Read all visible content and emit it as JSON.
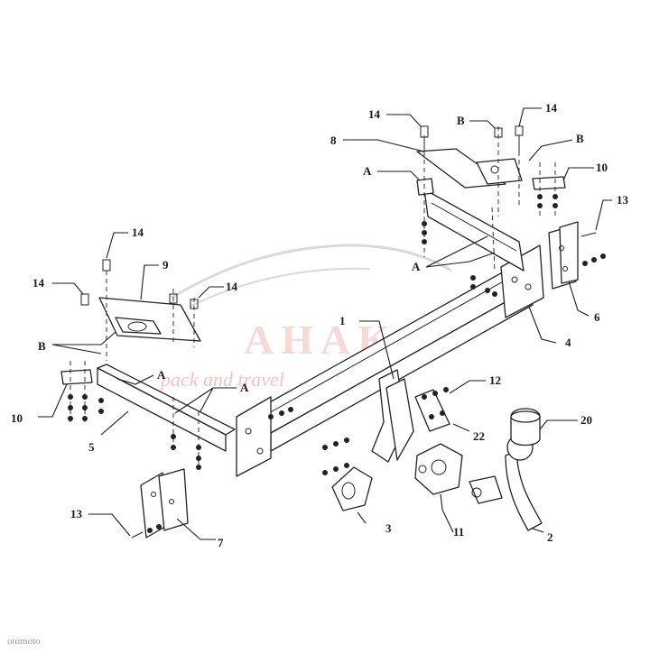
{
  "diagram": {
    "watermark": {
      "brand": "AHAKA",
      "tagline": "pack and travel",
      "color": "#d23a3a",
      "logo_color": "#bbbbbb"
    },
    "footer": {
      "corner_text": "otomoto"
    },
    "labels": {
      "p1": "1",
      "p2": "2",
      "p3": "3",
      "p4": "4",
      "p5": "5",
      "p6": "6",
      "p7": "7",
      "p8": "8",
      "p9": "9",
      "p10_right": "10",
      "p10_left": "10",
      "p11": "11",
      "p12": "12",
      "p13_right": "13",
      "p13_left": "13",
      "p14_top_left": "14",
      "p14_top_right": "14",
      "p14_mid_top": "14",
      "p14_mid_left": "14",
      "p14_mid_right": "14",
      "p20": "20",
      "p22": "22",
      "A_top": "A",
      "A_right_mid": "A",
      "A_left_1": "A",
      "A_left_2": "A",
      "B_top_left": "B",
      "B_top_right": "B",
      "B_left": "B"
    }
  }
}
